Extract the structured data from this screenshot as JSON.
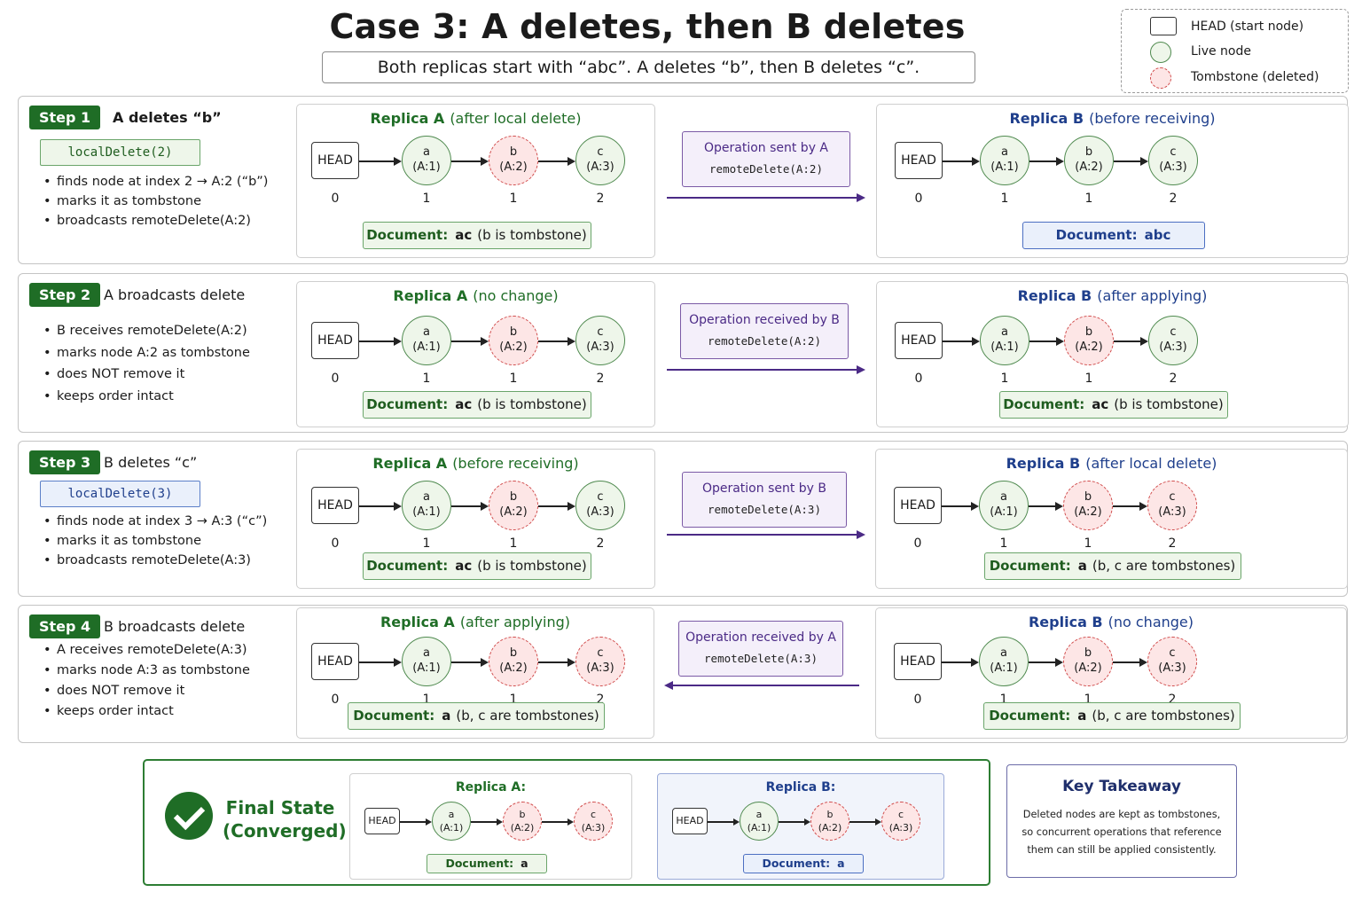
{
  "title": "Case 3: A deletes, then B deletes",
  "subtitle": "Both replicas start with “abc”. A deletes “b”, then B deletes “c”.",
  "legend": [
    {
      "kind": "head",
      "label": "HEAD (start node)"
    },
    {
      "kind": "live",
      "label": "Live node"
    },
    {
      "kind": "tomb",
      "label": "Tombstone (deleted)"
    }
  ],
  "colors": {
    "green": "#1f6d26",
    "blue": "#1f3f8c",
    "purple": "#4b2a86",
    "tomb_red": "#d04a4a"
  },
  "head_label": "HEAD",
  "doc_label": "Document:",
  "steps": [
    {
      "badge": "Step 1",
      "title": "A deletes “b”",
      "code": "localDelete(2)",
      "bullets": [
        "finds node at index 2 → A:2 (“b”)",
        "marks it as tombstone",
        "broadcasts remoteDelete(A:2)"
      ],
      "left": {
        "name": "Replica A",
        "sub": "(after local delete)",
        "indices": [
          "0",
          "1",
          "1",
          "2"
        ],
        "nodes": [
          {
            "ch": "a",
            "id": "(A:1)",
            "state": "live"
          },
          {
            "ch": "b",
            "id": "(A:2)",
            "state": "tomb"
          },
          {
            "ch": "c",
            "id": "(A:3)",
            "state": "live"
          }
        ],
        "doc_val": "ac",
        "doc_note": "(b is tombstone)"
      },
      "op": {
        "title": "Operation sent by A",
        "code": "remoteDelete(A:2)",
        "dir": "right"
      },
      "right": {
        "name": "Replica B",
        "sub": "(before receiving)",
        "indices": [
          "0",
          "1",
          "1",
          "2"
        ],
        "nodes": [
          {
            "ch": "a",
            "id": "(A:1)",
            "state": "live"
          },
          {
            "ch": "b",
            "id": "(A:2)",
            "state": "live"
          },
          {
            "ch": "c",
            "id": "(A:3)",
            "state": "live"
          }
        ],
        "doc_val": "abc",
        "doc_note": ""
      }
    },
    {
      "badge": "Step 2",
      "title": "A broadcasts delete",
      "code": "",
      "bullets": [
        "B receives remoteDelete(A:2)",
        "marks node A:2 as tombstone",
        "does NOT remove it",
        "keeps order intact"
      ],
      "left": {
        "name": "Replica A",
        "sub": "(no change)",
        "indices": [
          "0",
          "1",
          "1",
          "2"
        ],
        "nodes": [
          {
            "ch": "a",
            "id": "(A:1)",
            "state": "live"
          },
          {
            "ch": "b",
            "id": "(A:2)",
            "state": "tomb"
          },
          {
            "ch": "c",
            "id": "(A:3)",
            "state": "live"
          }
        ],
        "doc_val": "ac",
        "doc_note": "(b is tombstone)"
      },
      "op": {
        "title": "Operation received by B",
        "code": "remoteDelete(A:2)",
        "dir": "right"
      },
      "right": {
        "name": "Replica B",
        "sub": "(after applying)",
        "indices": [
          "0",
          "1",
          "1",
          "2"
        ],
        "nodes": [
          {
            "ch": "a",
            "id": "(A:1)",
            "state": "live"
          },
          {
            "ch": "b",
            "id": "(A:2)",
            "state": "tomb"
          },
          {
            "ch": "c",
            "id": "(A:3)",
            "state": "live"
          }
        ],
        "doc_val": "ac",
        "doc_note": "(b is tombstone)"
      }
    },
    {
      "badge": "Step 3",
      "title": "B deletes “c”",
      "code": "localDelete(3)",
      "bullets": [
        "finds node at index 3 → A:3 (“c”)",
        "marks it as tombstone",
        "broadcasts remoteDelete(A:3)"
      ],
      "left": {
        "name": "Replica A",
        "sub": "(before receiving)",
        "indices": [
          "0",
          "1",
          "1",
          "2"
        ],
        "nodes": [
          {
            "ch": "a",
            "id": "(A:1)",
            "state": "live"
          },
          {
            "ch": "b",
            "id": "(A:2)",
            "state": "tomb"
          },
          {
            "ch": "c",
            "id": "(A:3)",
            "state": "live"
          }
        ],
        "doc_val": "ac",
        "doc_note": "(b is tombstone)"
      },
      "op": {
        "title": "Operation sent by B",
        "code": "remoteDelete(A:3)",
        "dir": "right"
      },
      "right": {
        "name": "Replica B",
        "sub": "(after local delete)",
        "indices": [
          "0",
          "1",
          "1",
          "2"
        ],
        "nodes": [
          {
            "ch": "a",
            "id": "(A:1)",
            "state": "live"
          },
          {
            "ch": "b",
            "id": "(A:2)",
            "state": "tomb"
          },
          {
            "ch": "c",
            "id": "(A:3)",
            "state": "tomb"
          }
        ],
        "doc_val": "a",
        "doc_note": "(b, c are tombstones)"
      }
    },
    {
      "badge": "Step 4",
      "title": "B broadcasts delete",
      "code": "",
      "bullets": [
        "A receives remoteDelete(A:3)",
        "marks node A:3 as tombstone",
        "does NOT remove it",
        "keeps order intact"
      ],
      "left": {
        "name": "Replica A",
        "sub": "(after applying)",
        "indices": [
          "0",
          "1",
          "1",
          "2"
        ],
        "nodes": [
          {
            "ch": "a",
            "id": "(A:1)",
            "state": "live"
          },
          {
            "ch": "b",
            "id": "(A:2)",
            "state": "tomb"
          },
          {
            "ch": "c",
            "id": "(A:3)",
            "state": "tomb"
          }
        ],
        "doc_val": "a",
        "doc_note": "(b, c are tombstones)"
      },
      "op": {
        "title": "Operation received by A",
        "code": "remoteDelete(A:3)",
        "dir": "left"
      },
      "right": {
        "name": "Replica B",
        "sub": "(no change)",
        "indices": [
          "0",
          "1",
          "1",
          "2"
        ],
        "nodes": [
          {
            "ch": "a",
            "id": "(A:1)",
            "state": "live"
          },
          {
            "ch": "b",
            "id": "(A:2)",
            "state": "tomb"
          },
          {
            "ch": "c",
            "id": "(A:3)",
            "state": "tomb"
          }
        ],
        "doc_val": "a",
        "doc_note": "(b, c are tombstones)"
      }
    }
  ],
  "final": {
    "label_line1": "Final State",
    "label_line2": "(Converged)",
    "replicas": [
      {
        "name": "Replica A:",
        "doc_val": "a",
        "nodes": [
          {
            "ch": "a",
            "id": "(A:1)",
            "state": "live"
          },
          {
            "ch": "b",
            "id": "(A:2)",
            "state": "tomb"
          },
          {
            "ch": "c",
            "id": "(A:3)",
            "state": "tomb"
          }
        ]
      },
      {
        "name": "Replica B:",
        "doc_val": "a",
        "nodes": [
          {
            "ch": "a",
            "id": "(A:1)",
            "state": "live"
          },
          {
            "ch": "b",
            "id": "(A:2)",
            "state": "tomb"
          },
          {
            "ch": "c",
            "id": "(A:3)",
            "state": "tomb"
          }
        ]
      }
    ]
  },
  "takeaway": {
    "title": "Key Takeaway",
    "text": "Deleted nodes are kept as tombstones, so concurrent operations that reference them can still be applied consistently."
  }
}
